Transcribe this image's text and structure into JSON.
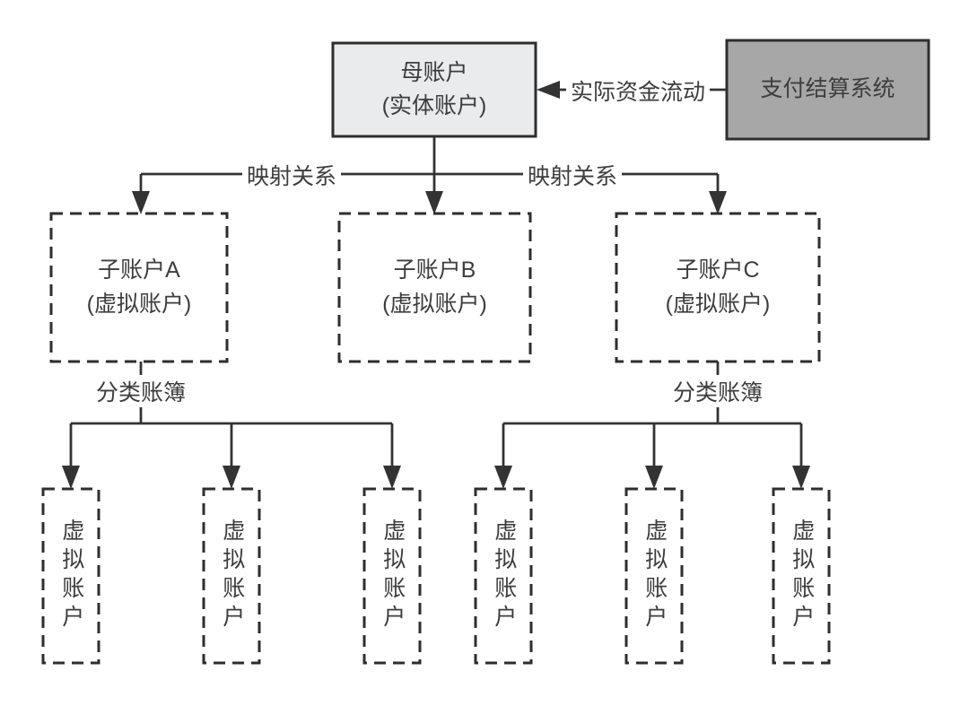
{
  "colors": {
    "background": "#ffffff",
    "line": "#333333",
    "text": "#3d3d3d",
    "parent_fill": "#e9ebed",
    "settlement_fill": "#a7a7a7"
  },
  "parent_account": {
    "name": "母账户",
    "type": "(实体账户)"
  },
  "settlement_system": {
    "name": "支付结算系统"
  },
  "labels": {
    "fund_flow": "实际资金流动",
    "mapping_left": "映射关系",
    "mapping_right": "映射关系",
    "ledger_left": "分类账簿",
    "ledger_right": "分类账簿"
  },
  "sub_accounts": [
    {
      "name": "子账户A",
      "type": "(虚拟账户)"
    },
    {
      "name": "子账户B",
      "type": "(虚拟账户)"
    },
    {
      "name": "子账户C",
      "type": "(虚拟账户)"
    }
  ],
  "virtual_accounts": [
    "虚拟账户",
    "虚拟账户",
    "虚拟账户",
    "虚拟账户",
    "虚拟账户",
    "虚拟账户"
  ]
}
